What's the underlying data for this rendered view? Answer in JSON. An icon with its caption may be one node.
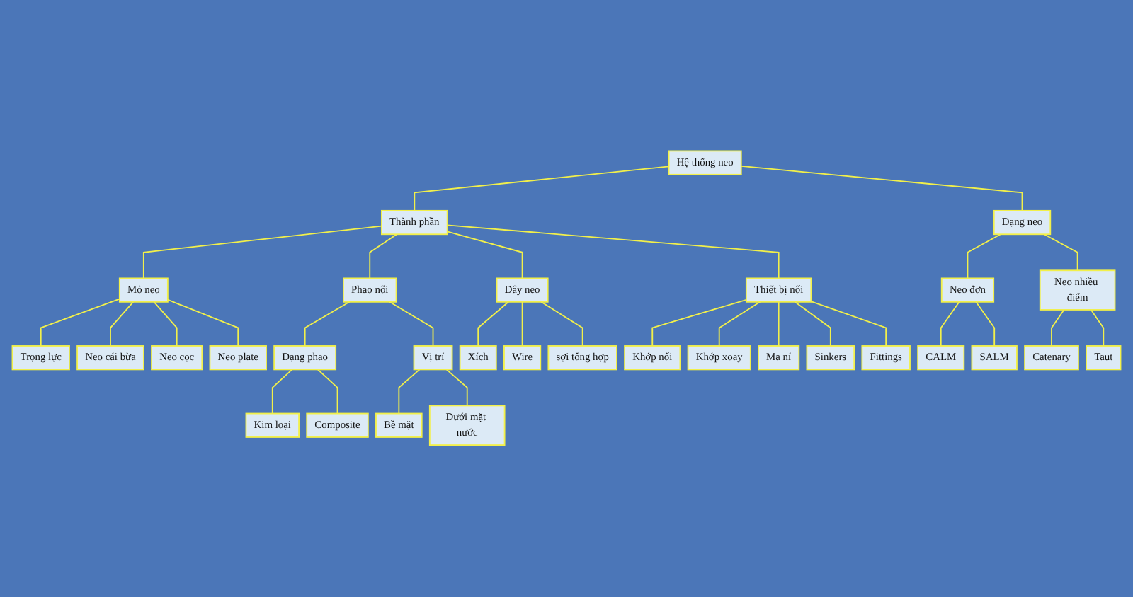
{
  "diagram": {
    "nodes": [
      {
        "text": [
          "Hệ thống neo"
        ]
      },
      {
        "text": [
          "Thành phần"
        ]
      },
      {
        "text": [
          "Dạng neo"
        ]
      },
      {
        "text": [
          "Mỏ neo"
        ]
      },
      {
        "text": [
          "Phao nổi"
        ]
      },
      {
        "text": [
          "Dây neo"
        ]
      },
      {
        "text": [
          "Thiết bị nối"
        ]
      },
      {
        "text": [
          "Neo đơn"
        ]
      },
      {
        "text": [
          "Neo nhiều điểm"
        ]
      },
      {
        "text": [
          "Trọng lực"
        ]
      },
      {
        "text": [
          "Neo cái bừa"
        ]
      },
      {
        "text": [
          "Neo cọc"
        ]
      },
      {
        "text": [
          "Neo plate"
        ]
      },
      {
        "text": [
          "Dạng phao"
        ]
      },
      {
        "text": [
          "Vị trí"
        ]
      },
      {
        "text": [
          "Kim loại"
        ]
      },
      {
        "text": [
          "Composite"
        ]
      },
      {
        "text": [
          "Bề mặt"
        ]
      },
      {
        "text": [
          "Dưới mặt nước"
        ]
      },
      {
        "text": [
          "Xích"
        ]
      },
      {
        "text": [
          "Wire"
        ]
      },
      {
        "text": [
          "sợi tổng hợp"
        ]
      },
      {
        "text": [
          "Khớp nối"
        ]
      },
      {
        "text": [
          "Khớp xoay"
        ]
      },
      {
        "text": [
          "Ma ní"
        ]
      },
      {
        "text": [
          "Sinkers"
        ]
      },
      {
        "text": [
          "Fittings"
        ]
      },
      {
        "text": [
          "CALM"
        ]
      },
      {
        "text": [
          "SALM"
        ]
      },
      {
        "text": [
          "Catenary"
        ]
      },
      {
        "text": [
          "Taut"
        ]
      }
    ],
    "edges": [
      {
        "from": 0,
        "to": 1,
        "arrow": "none"
      },
      {
        "from": 0,
        "to": 2,
        "arrow": "none"
      },
      {
        "from": 1,
        "to": 3,
        "arrow": "none"
      },
      {
        "from": 1,
        "to": 4,
        "arrow": "none"
      },
      {
        "from": 1,
        "to": 5,
        "arrow": "none"
      },
      {
        "from": 1,
        "to": 6,
        "arrow": "none"
      },
      {
        "from": 2,
        "to": 7,
        "arrow": "none"
      },
      {
        "from": 2,
        "to": 8,
        "arrow": "none"
      },
      {
        "from": 3,
        "to": 9,
        "arrow": "none"
      },
      {
        "from": 3,
        "to": 10,
        "arrow": "none"
      },
      {
        "from": 3,
        "to": 11,
        "arrow": "none"
      },
      {
        "from": 3,
        "to": 12,
        "arrow": "none"
      },
      {
        "from": 4,
        "to": 13,
        "arrow": "none"
      },
      {
        "from": 4,
        "to": 14,
        "arrow": "none"
      },
      {
        "from": 13,
        "to": 15,
        "arrow": "none"
      },
      {
        "from": 13,
        "to": 16,
        "arrow": "none"
      },
      {
        "from": 14,
        "to": 17,
        "arrow": "none"
      },
      {
        "from": 14,
        "to": 18,
        "arrow": "none"
      },
      {
        "from": 5,
        "to": 19,
        "arrow": "none"
      },
      {
        "from": 5,
        "to": 20,
        "arrow": "none"
      },
      {
        "from": 5,
        "to": 21,
        "arrow": "none"
      },
      {
        "from": 6,
        "to": 22,
        "arrow": "none"
      },
      {
        "from": 6,
        "to": 23,
        "arrow": "none"
      },
      {
        "from": 6,
        "to": 24,
        "arrow": "none"
      },
      {
        "from": 6,
        "to": 25,
        "arrow": "none"
      },
      {
        "from": 6,
        "to": 26,
        "arrow": "none"
      },
      {
        "from": 7,
        "to": 27,
        "arrow": "none"
      },
      {
        "from": 7,
        "to": 28,
        "arrow": "none"
      },
      {
        "from": 8,
        "to": 29,
        "arrow": "none"
      },
      {
        "from": 8,
        "to": 30,
        "arrow": "none"
      }
    ]
  }
}
